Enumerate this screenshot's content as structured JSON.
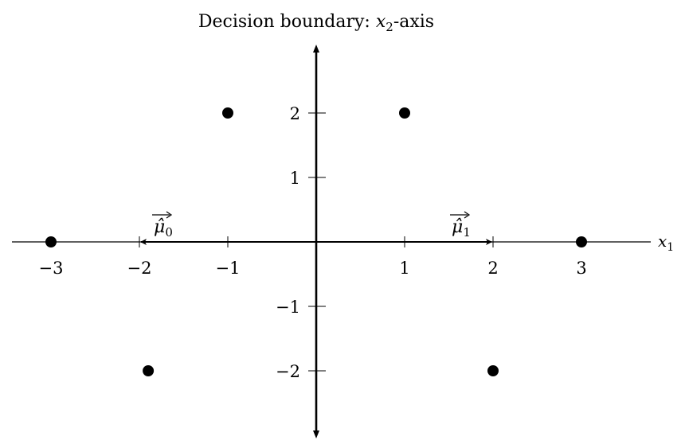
{
  "title": {
    "prefix": "Decision boundary: ",
    "var": "x",
    "sub": "2",
    "suffix": "-axis"
  },
  "axes": {
    "x_label": {
      "var": "x",
      "sub": "1"
    },
    "x_ticks": [
      {
        "value": -3,
        "label": "−3"
      },
      {
        "value": -2,
        "label": "−2"
      },
      {
        "value": -1,
        "label": "−1"
      },
      {
        "value": 1,
        "label": "1"
      },
      {
        "value": 2,
        "label": "2"
      },
      {
        "value": 3,
        "label": "3"
      }
    ],
    "y_ticks": [
      {
        "value": 2,
        "label": "2"
      },
      {
        "value": 1,
        "label": "1"
      },
      {
        "value": -1,
        "label": "−1"
      },
      {
        "value": -2,
        "label": "−2"
      }
    ],
    "x_range": [
      -3.5,
      3.75
    ],
    "y_range": [
      -3.0,
      3.0
    ]
  },
  "points": [
    {
      "x": -1,
      "y": 2
    },
    {
      "x": 1,
      "y": 2
    },
    {
      "x": -3,
      "y": 0
    },
    {
      "x": 3,
      "y": 0
    },
    {
      "x": -1.9,
      "y": -2
    },
    {
      "x": 2,
      "y": -2
    }
  ],
  "vectors": [
    {
      "label": "μ̂",
      "sub": "0",
      "to": {
        "x": -2,
        "y": 0
      }
    },
    {
      "label": "μ̂",
      "sub": "1",
      "to": {
        "x": 2,
        "y": 0
      }
    }
  ],
  "colors": {
    "ink": "#000000",
    "background": "#ffffff"
  }
}
